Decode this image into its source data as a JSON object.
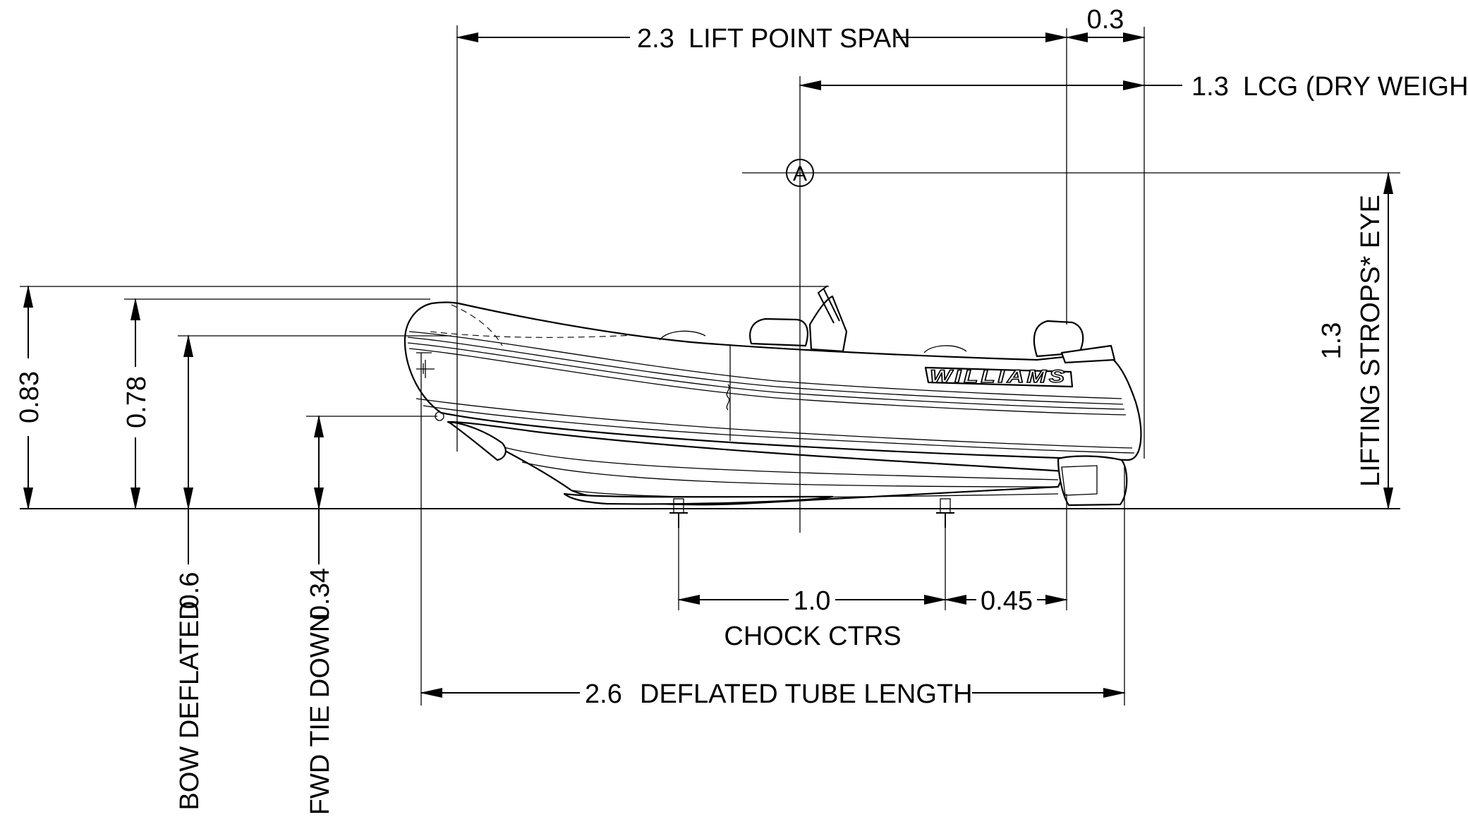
{
  "drawing": {
    "brand": "WILLIAMS",
    "datum_marker": "A",
    "dimensions": {
      "lift_point_span": {
        "value": "2.3",
        "label": "LIFT POINT SPAN"
      },
      "aft_offset": {
        "value": "0.3"
      },
      "lcg": {
        "value": "1.3",
        "label": "LCG (DRY WEIGHT)"
      },
      "lifting_strops_eye": {
        "value": "1.3",
        "label": "LIFTING STROPS* EYE"
      },
      "overall_height": {
        "value": "0.83"
      },
      "tube_height": {
        "value": "0.78"
      },
      "bow_deflated": {
        "value": "0.6",
        "label": "BOW DEFLATED"
      },
      "fwd_tie_down": {
        "value": "0.34",
        "label": "FWD TIE DOWN"
      },
      "chock_centres": {
        "value": "1.0",
        "label": "CHOCK CTRS"
      },
      "chock_aft_offset": {
        "value": "0.45"
      },
      "deflated_tube_length": {
        "value": "2.6",
        "label": "DEFLATED TUBE LENGTH"
      }
    }
  }
}
